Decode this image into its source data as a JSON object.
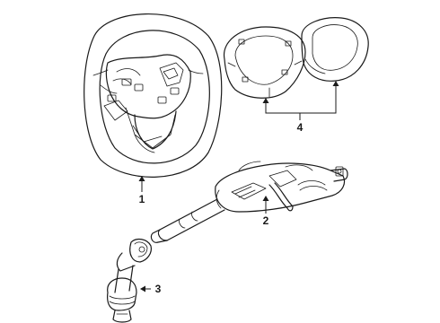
{
  "callouts": {
    "steering_wheel": "1",
    "steering_column": "2",
    "intermediate_shaft": "3",
    "airbag_assembly": "4"
  }
}
